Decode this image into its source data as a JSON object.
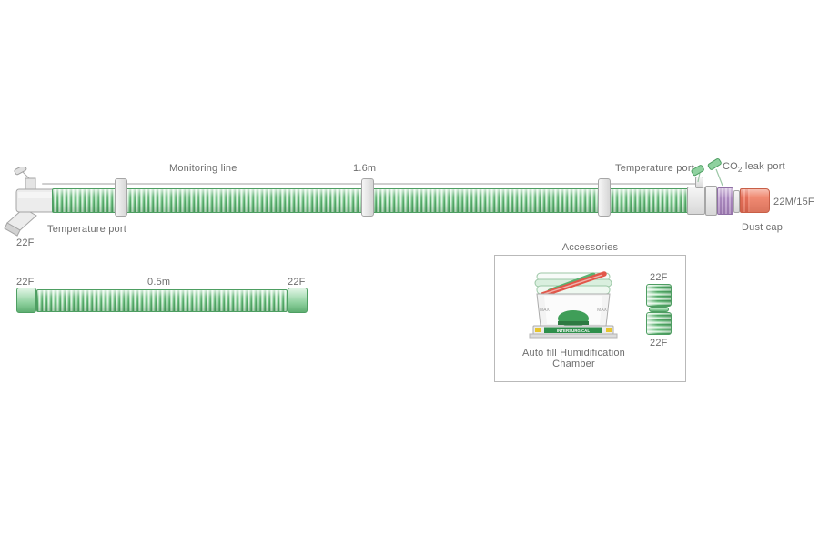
{
  "colors": {
    "tube_green": "#8fd19f",
    "connector_purple": "#b392c6",
    "connector_orange": "#f08a72",
    "connector_gray": "#e3e3e3",
    "label_text": "#6e6e6e"
  },
  "main_circuit": {
    "monitoring_line_label": "Monitoring line",
    "length_label": "1.6m",
    "temperature_port_right_label": "Temperature port",
    "co2_leak_port": {
      "prefix": "CO",
      "sub": "2",
      "suffix": " leak port"
    },
    "connector_size_label": "22M/15F",
    "dust_cap_label": "Dust cap",
    "temperature_port_left_label": "Temperature port",
    "left_connector_label": "22F"
  },
  "short_tube": {
    "left_connector_label": "22F",
    "length_label": "0.5m",
    "right_connector_label": "22F"
  },
  "accessories": {
    "title": "Accessories",
    "chamber_caption_line1": "Auto fill Humidification",
    "chamber_caption_line2": "Chamber",
    "chamber_brand": "INTERSURGICAL",
    "chamber_max_label": "MAX",
    "adapter_top_label": "22F",
    "adapter_bottom_label": "22F"
  }
}
